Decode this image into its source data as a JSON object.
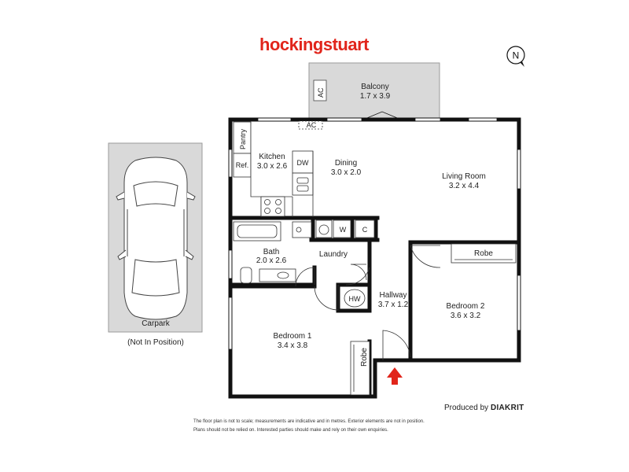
{
  "brand": {
    "name": "hockingstuart",
    "color": "#e1251b"
  },
  "compass": {
    "label": "N"
  },
  "rooms": {
    "balcony": {
      "name": "Balcony",
      "dims": "1.7 x 3.9"
    },
    "kitchen": {
      "name": "Kitchen",
      "dims": "3.0 x 2.6"
    },
    "dining": {
      "name": "Dining",
      "dims": "3.0 x 2.0"
    },
    "living": {
      "name": "Living Room",
      "dims": "3.2 x 4.4"
    },
    "bath": {
      "name": "Bath",
      "dims": "2.0 x 2.6"
    },
    "laundry": {
      "name": "Laundry"
    },
    "hallway": {
      "name": "Hallway",
      "dims": "3.7 x 1.2"
    },
    "bedroom1": {
      "name": "Bedroom 1",
      "dims": "3.4 x 3.8"
    },
    "bedroom2": {
      "name": "Bedroom 2",
      "dims": "3.6 x 3.2"
    },
    "carpark": {
      "name": "Carpark",
      "note": "(Not In Position)"
    }
  },
  "fixtures": {
    "ac_balcony": "AC",
    "ac_dining": "AC",
    "pantry": "Pantry",
    "ref": "Ref.",
    "dw": "DW",
    "w": "W",
    "c": "C",
    "hw": "HW",
    "robe_bed2": "Robe",
    "robe_bed1": "Robe"
  },
  "footer": {
    "produced_prefix": "Produced by",
    "produced_brand": "DIAKRIT",
    "disclaimer_line1": "The floor plan is not to scale; measurements are indicative and in metres. Exterior elements are not in position.",
    "disclaimer_line2": "Plans should not be relied on. Interested parties should make and rely on their own enquiries."
  },
  "colors": {
    "wall": "#111111",
    "carpark_fill": "#d9d9d9",
    "balcony_fill": "#d9d9d9",
    "entry_arrow": "#e1251b"
  }
}
